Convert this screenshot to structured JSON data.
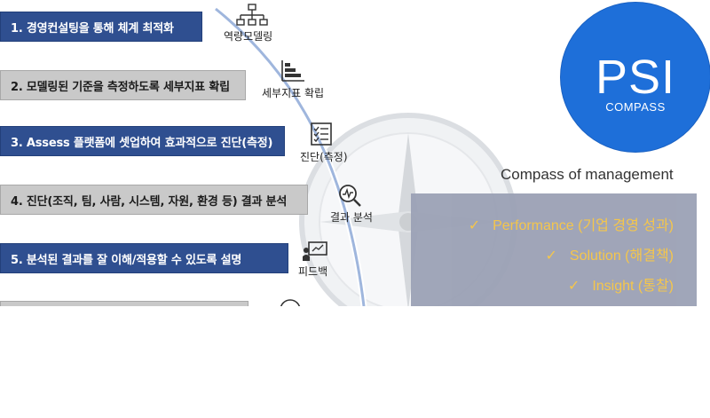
{
  "steps": [
    {
      "label": "1. 경영컨설팅을 통해 체계 최적화",
      "style": "blue"
    },
    {
      "label": "2. 모델링된 기준을 측정하도록 세부지표 확립",
      "style": "gray"
    },
    {
      "label": "3. Assess 플랫폼에 셋업하여 효과적으로 진단(측정)",
      "style": "blue"
    },
    {
      "label": "4. 진단(조직, 팀, 사람, 시스템, 자원, 환경 등) 결과 분석",
      "style": "gray"
    },
    {
      "label": "5. 분석된 결과를 잘 이해/적용할 수 있도록 설명",
      "style": "blue"
    }
  ],
  "process_icons": [
    {
      "icon": "org-chart-icon",
      "label": "역량모델링"
    },
    {
      "icon": "bar-list-icon",
      "label": "세부지표 확립"
    },
    {
      "icon": "checklist-icon",
      "label": "진단(측정)"
    },
    {
      "icon": "magnifier-chart-icon",
      "label": "결과 분석"
    },
    {
      "icon": "presentation-icon",
      "label": "피드백"
    }
  ],
  "brand": {
    "name": "PSI",
    "sub": "COMPASS",
    "tagline": "Compass of management"
  },
  "values": [
    {
      "check": "✓",
      "text": "Performance (기업 경영 성과)"
    },
    {
      "check": "✓",
      "text": "Solution (해결책)"
    },
    {
      "check": "✓",
      "text": "Insight (통찰)"
    }
  ],
  "colors": {
    "blue_bar": "#2f4f90",
    "gray_bar": "#c9c9c9",
    "badge": "#1e6fd9",
    "panel": "#9ba1b5",
    "value_text": "#f5c342",
    "curve": "#9fb6dd"
  }
}
